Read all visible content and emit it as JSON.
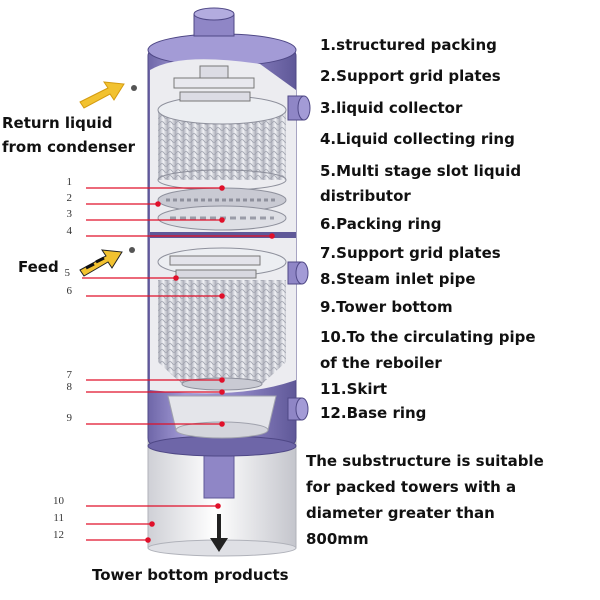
{
  "legend": [
    "1.structured packing",
    "2.Support grid plates",
    "3.liquid collector",
    "4.Liquid collecting ring",
    "5.Multi stage slot liquid",
    "distributor",
    "6.Packing ring",
    "7.Support grid plates",
    "8.Steam inlet pipe",
    "9.Tower bottom",
    "10.To the circulating pipe",
    "of the reboiler",
    "11.Skirt",
    "12.Base ring"
  ],
  "labels": {
    "return_liquid_1": "Return liquid",
    "return_liquid_2": "from condenser",
    "feed": "Feed",
    "bottom_products": "Tower bottom products"
  },
  "note": {
    "line1": "The substructure is suitable",
    "line2": "for packed towers with a",
    "line3": "diameter greater than",
    "line4": "800mm"
  },
  "callouts": [
    "1",
    "2",
    "3",
    "4",
    "5",
    "6",
    "7",
    "8",
    "9",
    "10",
    "11",
    "12"
  ],
  "colors": {
    "shell": "#8f86c6",
    "shell_dark": "#6e66a8",
    "packing": "#d9dbe2",
    "leader": "#e0102a",
    "arrow": "#f2c230"
  }
}
